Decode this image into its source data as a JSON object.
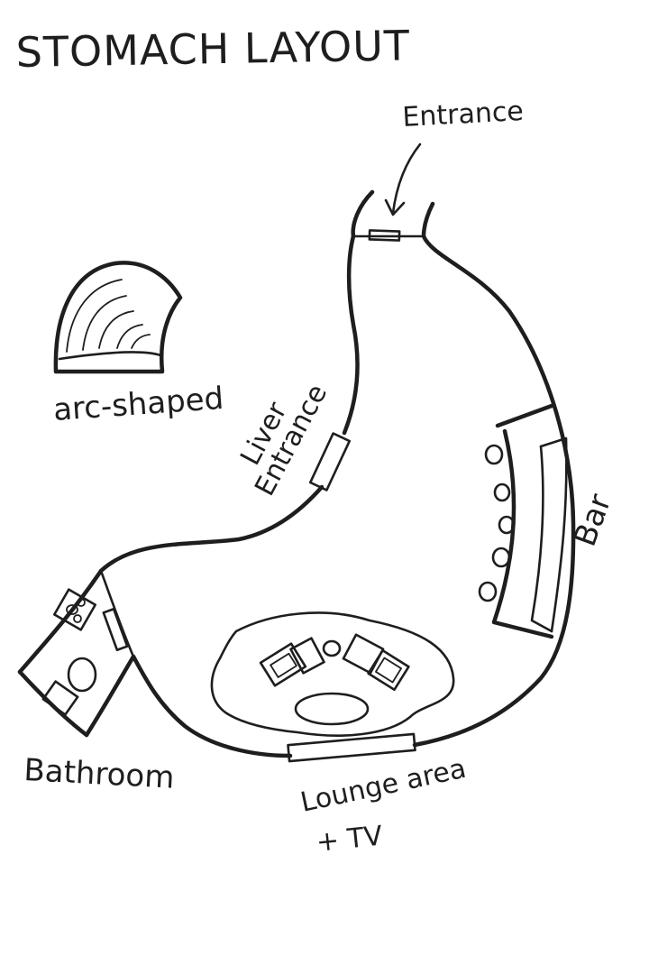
{
  "title": "STOMACH LAYOUT",
  "labels": {
    "entrance": "Entrance",
    "liver_entrance_line1": "Liver",
    "liver_entrance_line2": "Entrance",
    "bar": "Bar",
    "bathroom": "Bathroom",
    "lounge_line1": "Lounge area",
    "lounge_line2": "+ TV",
    "arc_shaped": "arc-shaped"
  }
}
